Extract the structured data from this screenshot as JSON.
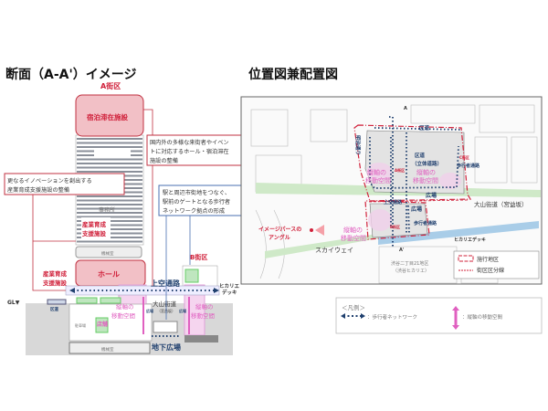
{
  "section": {
    "title": "断面（A-A'）イメージ",
    "block_a": "A街区",
    "block_b": "B街区",
    "hotel": "宿泊滞在施設",
    "office": "事務所",
    "industry_upper": [
      "産業育成",
      "支援施設"
    ],
    "machine_room": "機械室",
    "hall": "ホール",
    "industry_lower": [
      "産業育成",
      "支援施設"
    ],
    "elevated_passage": "上空通路",
    "hikarie_deck": [
      "ヒカリエ",
      "デッキ"
    ],
    "gl": "GL▼",
    "ward_road": "区道",
    "oyama_street": "大山街道",
    "miyamasuzaka": "（宮益坂）",
    "plaza": "広場",
    "vertical_axis": [
      "縦軸の",
      "移動空間"
    ],
    "shop": "店舗",
    "parking": "駐車場",
    "machine_room_b1": "機械室",
    "underground_plaza": "地下広場",
    "callout_hall": [
      "国内外の多様な来街者やイベン",
      "トに対応するホール・宿泊滞在",
      "施設の整備"
    ],
    "callout_innovation": [
      "更なるイノベーションを創出する",
      "産業育成支援施設の整備"
    ],
    "callout_network": [
      "駅と周辺市街地をつなぐ、",
      "駅前のゲートとなる歩行者",
      "ネットワーク拠点の形成"
    ]
  },
  "map": {
    "title": "位置図兼配置図",
    "ward_road": "区道",
    "ward_road_3d": [
      "区道",
      "（立体道路）"
    ],
    "meiji_dori": "明治通り",
    "block_a": "A街区",
    "block_b": "B街区",
    "block_c": "C街区",
    "pedestrian_path": "歩行者通路",
    "vertical_axis": [
      "縦軸の",
      "移動空間"
    ],
    "plaza": "広場",
    "elevated_passage": "上空通路",
    "oyama_street": "大山街道（宮益坂）",
    "skyway": "スカイウェイ",
    "hikarie_deck": "ヒカリエデッキ",
    "image_angle": [
      "イメージパースの",
      "アングル"
    ],
    "shibuya21": [
      "渋谷二丁目21地区",
      "（渋谷ヒカリエ）"
    ],
    "section_mark": "A",
    "section_mark_end": "A'",
    "legend_area": "施行地区",
    "legend_block_line": "街区区分線"
  },
  "legend": {
    "title": "＜凡例＞",
    "pedestrian_network": "：歩行者ネットワーク",
    "vertical_space": "：縦軸の移動空間"
  },
  "colors": {
    "red": "#d0203a",
    "pink": "#e060c0",
    "navy": "#1f3f6e",
    "green": "#8fd08a",
    "blue_deck": "#7ab0dc"
  }
}
